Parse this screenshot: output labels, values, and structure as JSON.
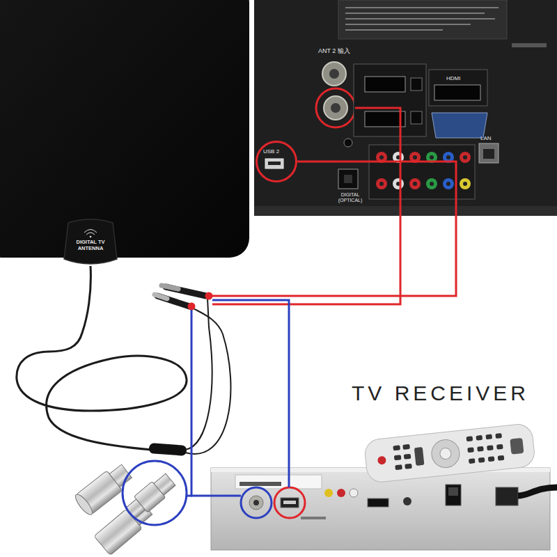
{
  "diagram": {
    "nodes": [
      {
        "text": [
          "DIGITAL TV ANTENNA"
        ]
      },
      {
        "text": [
          "ANT 2 输入",
          "HDMI",
          "LAN",
          "DIGITAL (OPTICAL)"
        ]
      },
      {
        "text": [
          "USB 2"
        ],
        "in": 1
      },
      {
        "text": [
          "TV RECEIVER"
        ]
      }
    ],
    "edges": [
      {
        "from": 0,
        "to": 1,
        "arrow": "none"
      },
      {
        "from": 0,
        "to": 2,
        "arrow": "none"
      },
      {
        "from": 0,
        "to": 3,
        "arrow": "none"
      },
      {
        "from": 0,
        "to": 3,
        "arrow": "none"
      }
    ]
  }
}
